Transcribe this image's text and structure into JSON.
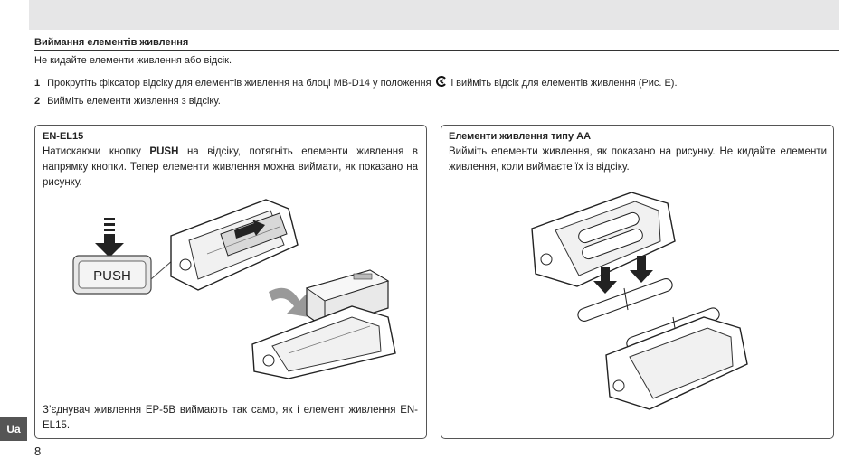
{
  "section": {
    "title": "Виймання елементів живлення",
    "intro": "Не кидайте елементи живлення або відсік."
  },
  "steps": [
    {
      "num": "1",
      "text_before": "Прокрутіть фіксатор відсіку для елементів живлення на блоці MB-D14 у положення",
      "icon": "unlock-symbol-icon",
      "text_after": "і вийміть відсік для елементів живлення (Рис. E)."
    },
    {
      "num": "2",
      "text": "Вийміть елементи живлення з відсіку."
    }
  ],
  "box_left": {
    "title": "EN-EL15",
    "text_before": "Натискаючи кнопку",
    "push_word": "PUSH",
    "text_after": "на відсіку, потягніть елементи живлення в напрямку кнопки. Тепер елементи живлення можна виймати, як показано на рисунку.",
    "callout_label": "PUSH",
    "footer": "З’єднувач живлення EP-5B виймають так само, як і елемент живлення EN-EL15."
  },
  "box_right": {
    "title": "Елементи живлення типу AA",
    "text": "Вийміть елементи живлення, як показано на рисунку. Не кидайте елементи живлення, коли виймаєте їх із відсіку."
  },
  "page": {
    "lang_tab": "Ua",
    "number": "8"
  },
  "colors": {
    "band": "#e6e6e7",
    "tab": "#555555"
  }
}
